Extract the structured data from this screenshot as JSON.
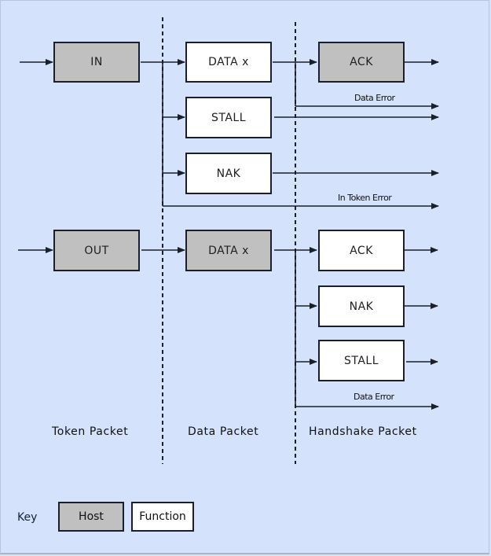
{
  "diagram": {
    "columns": [
      "Token Packet",
      "Data Packet",
      "Handshake Packet"
    ],
    "in_transaction": {
      "token": {
        "label": "IN",
        "role": "Host"
      },
      "data": [
        {
          "label": "DATA x",
          "role": "Function"
        },
        {
          "label": "STALL",
          "role": "Function"
        },
        {
          "label": "NAK",
          "role": "Function"
        }
      ],
      "handshake": [
        {
          "label": "ACK",
          "role": "Host"
        }
      ],
      "edge_labels": {
        "data_error": "Data Error",
        "token_error": "In Token Error"
      }
    },
    "out_transaction": {
      "token": {
        "label": "OUT",
        "role": "Host"
      },
      "data": [
        {
          "label": "DATA x",
          "role": "Host"
        }
      ],
      "handshake": [
        {
          "label": "ACK",
          "role": "Function"
        },
        {
          "label": "NAK",
          "role": "Function"
        },
        {
          "label": "STALL",
          "role": "Function"
        }
      ],
      "edge_labels": {
        "data_error": "Data Error"
      }
    },
    "key": {
      "title": "Key",
      "items": [
        {
          "label": "Host",
          "color": "#c0c0c0"
        },
        {
          "label": "Function",
          "color": "#ffffff"
        }
      ]
    }
  }
}
